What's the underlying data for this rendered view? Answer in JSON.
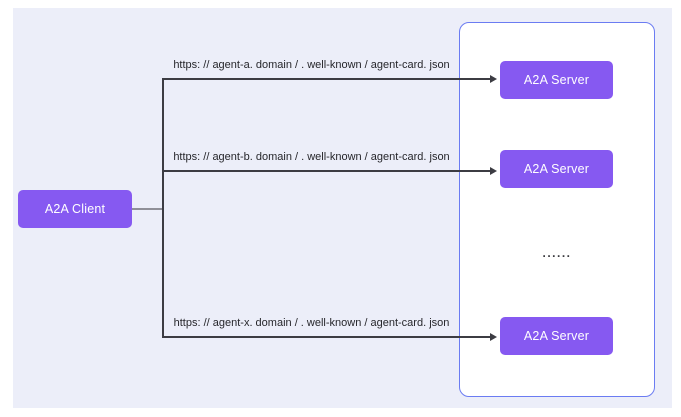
{
  "diagram": {
    "client": {
      "label": "A2A Client"
    },
    "connections": [
      {
        "url": "https: // agent-a. domain / . well-known / agent-card. json",
        "server": "A2A Server"
      },
      {
        "url": "https: // agent-b. domain / . well-known / agent-card. json",
        "server": "A2A Server"
      },
      {
        "url": "https: // agent-x. domain / . well-known / agent-card. json",
        "server": "A2A Server"
      }
    ],
    "servers_group": {
      "ellipsis": "......"
    },
    "colors": {
      "page_background": "#FFFFFF",
      "diagram_background": "#ECEEF9",
      "node_fill": "#8659F1",
      "node_text": "#FFFFFF",
      "panel_fill": "#FFFFFF",
      "panel_border": "#6B7CF2",
      "line": "#3C3C43",
      "label_text": "#26262B"
    }
  }
}
